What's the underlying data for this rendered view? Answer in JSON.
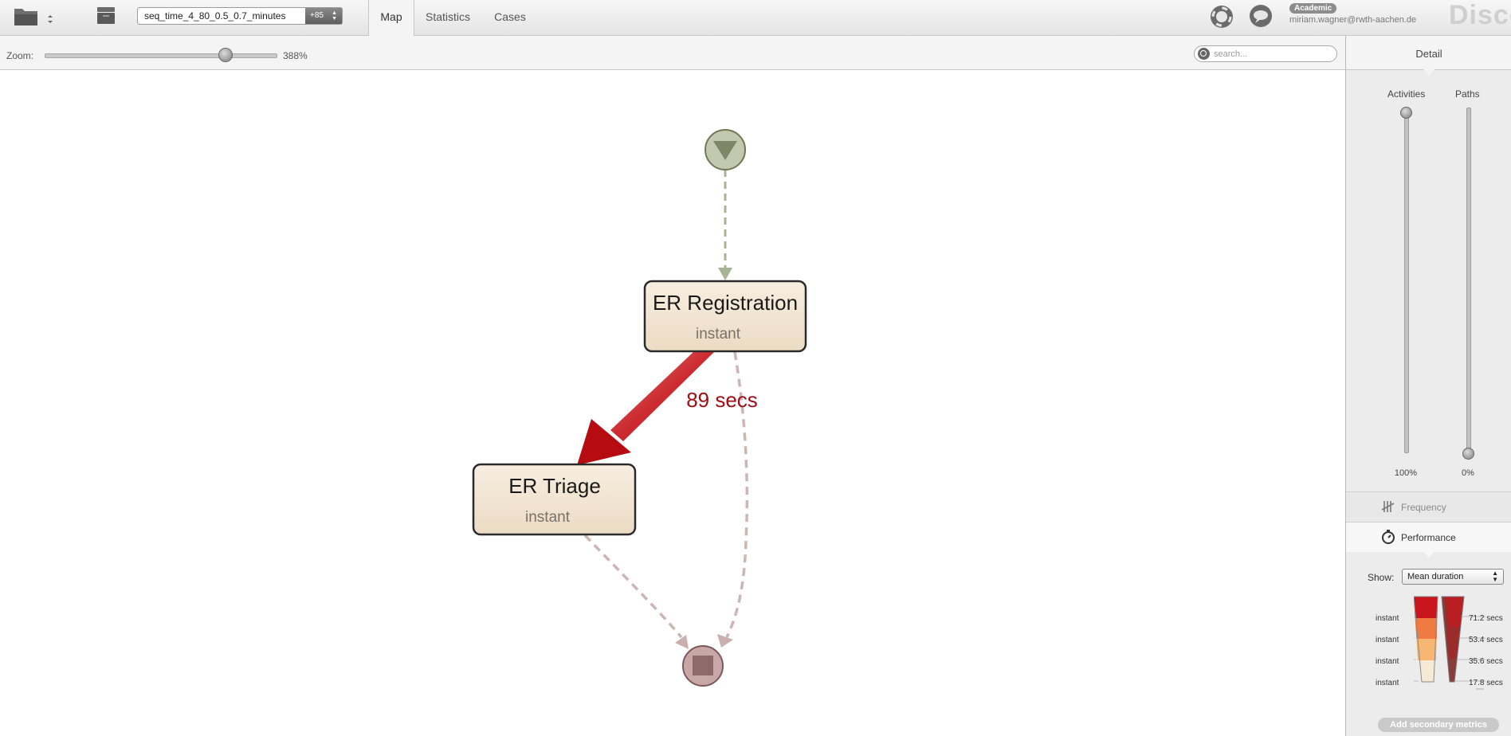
{
  "toolbar": {
    "dataset_name": "seq_time_4_80_0.5_0.7_minutes",
    "dataset_count": "+85",
    "tabs": [
      {
        "label": "Map",
        "active": true
      },
      {
        "label": "Statistics",
        "active": false
      },
      {
        "label": "Cases",
        "active": false
      }
    ],
    "user_badge": "Academic",
    "user_email": "miriam.wagner@rwth-aachen.de",
    "brand": "Disco"
  },
  "zoombar": {
    "label": "Zoom:",
    "value": "388%",
    "level": 0.78,
    "search_placeholder": "search..."
  },
  "process_map": {
    "start_node": {
      "icon": "start-triangle-icon"
    },
    "end_node": {
      "icon": "end-square-icon"
    },
    "activities": [
      {
        "name": "ER Registration",
        "metric": "instant"
      },
      {
        "name": "ER Triage",
        "metric": "instant"
      }
    ],
    "edges": [
      {
        "from": "start",
        "to": "ER Registration",
        "label": ""
      },
      {
        "from": "ER Registration",
        "to": "ER Triage",
        "label": "89 secs"
      },
      {
        "from": "ER Registration",
        "to": "end",
        "label": ""
      },
      {
        "from": "ER Triage",
        "to": "end",
        "label": ""
      }
    ],
    "colors": {
      "activity_fill": "#f1e2cd",
      "main_edge": "#c0161c",
      "start_fill": "#c3c9b1",
      "end_fill": "#caa7a7"
    }
  },
  "detail_panel": {
    "header": "Detail",
    "activities_label": "Activities",
    "activities_value": "100%",
    "activities_level": 1.0,
    "paths_label": "Paths",
    "paths_value": "0%",
    "paths_level": 0.0,
    "modes": [
      {
        "label": "Frequency",
        "icon": "frequency-tally-icon",
        "active": false
      },
      {
        "label": "Performance",
        "icon": "stopwatch-icon",
        "active": true
      }
    ],
    "show_label": "Show:",
    "show_value": "Mean duration",
    "legend_left": [
      "instant",
      "instant",
      "instant",
      "instant"
    ],
    "legend_right": [
      "71.2 secs",
      "53.4 secs",
      "35.6 secs",
      "17.8 secs"
    ],
    "add_secondary_label": "Add secondary metrics"
  }
}
